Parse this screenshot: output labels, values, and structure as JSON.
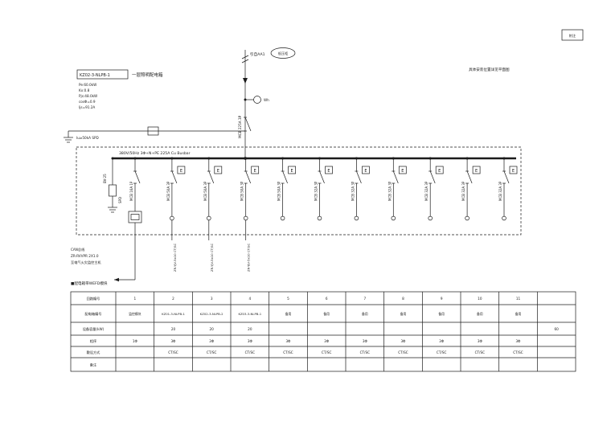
{
  "title_box": {
    "code": "KZ02-3-NLPB-1",
    "name": "一层照明配电箱",
    "specs": [
      "Pe:60.0kW",
      "Kx:0.8",
      "Pjs:48.0kW",
      "cosΦ=0.9",
      "Ijs=91.2A"
    ]
  },
  "incoming": {
    "source_label": "引自AA1",
    "source_bubble": "低压柜",
    "meter_label": "Wh",
    "main_breaker": "MCB 225A 3P",
    "spd_note": "Iu≥50kA SPD"
  },
  "top_right_note": "具体安装位置详见平面图",
  "top_right_box": "附注",
  "busbar_label": "380V/50Hz 3Φ+N+PE 225A Cu Busbar",
  "spd_branch": {
    "cable": "BV-25",
    "device": "SPD"
  },
  "e_box_label": "E",
  "branches": [
    {
      "breaker": "MCB 16A 1P",
      "e_box": false,
      "cable": "",
      "module": true
    },
    {
      "breaker": "MCB 50A 3P",
      "e_box": true,
      "cable": "ZR-YJV-5x10 CT/SC",
      "module": false
    },
    {
      "breaker": "MCB 50A 3P",
      "e_box": true,
      "cable": "ZR-YJV-5x10 CT/SC",
      "module": false
    },
    {
      "breaker": "MCB 50A 3P",
      "e_box": true,
      "cable": "ZR-YJV-5x10 CT/SC",
      "module": false
    },
    {
      "breaker": "MCB 50A 3P",
      "e_box": true,
      "cable": "",
      "module": false
    },
    {
      "breaker": "MCB 32A 3P",
      "e_box": true,
      "cable": "",
      "module": false
    },
    {
      "breaker": "MCB 32A 3P",
      "e_box": true,
      "cable": "",
      "module": false
    },
    {
      "breaker": "MCB 32A 3P",
      "e_box": true,
      "cable": "",
      "module": false
    },
    {
      "breaker": "MCB 32A 3P",
      "e_box": true,
      "cable": "",
      "module": false
    },
    {
      "breaker": "MCB 32A 3P",
      "e_box": true,
      "cable": "",
      "module": false
    },
    {
      "breaker": "MCB 32A 3P",
      "e_box": true,
      "cable": "",
      "module": false
    }
  ],
  "can_notes": {
    "lines": [
      "CAN总线",
      "ZR-RVVPR 2X1.0",
      "至电气火灾监控主机"
    ],
    "module_note": "■配电箱带WEFD模块"
  },
  "table": {
    "row_labels": [
      "回路编号",
      "配电箱编号",
      "设备容量(kW)",
      "相序",
      "敷设方式",
      "备注"
    ],
    "rows": [
      [
        "1",
        "2",
        "3",
        "4",
        "5",
        "6",
        "7",
        "8",
        "9",
        "10",
        "11",
        ""
      ],
      [
        "监控模块",
        "KZ01-3-NLPB-1",
        "KZ02-3-NLPB-2",
        "KZ03-3-NLPB-1",
        "备用",
        "备用",
        "备用",
        "备用",
        "备用",
        "备用",
        "备用",
        ""
      ],
      [
        "",
        "20",
        "20",
        "20",
        "",
        "",
        "",
        "",
        "",
        "",
        "",
        "60"
      ],
      [
        "1Φ",
        "3Φ",
        "3Φ",
        "3Φ",
        "3Φ",
        "3Φ",
        "3Φ",
        "3Φ",
        "3Φ",
        "3Φ",
        "3Φ",
        ""
      ],
      [
        "",
        "CT/SC",
        "CT/SC",
        "CT/SC",
        "CT/SC",
        "CT/SC",
        "CT/SC",
        "CT/SC",
        "CT/SC",
        "CT/SC",
        "CT/SC",
        ""
      ],
      [
        "",
        "",
        "",
        "",
        "",
        "",
        "",
        "",
        "",
        "",
        "",
        ""
      ]
    ]
  }
}
